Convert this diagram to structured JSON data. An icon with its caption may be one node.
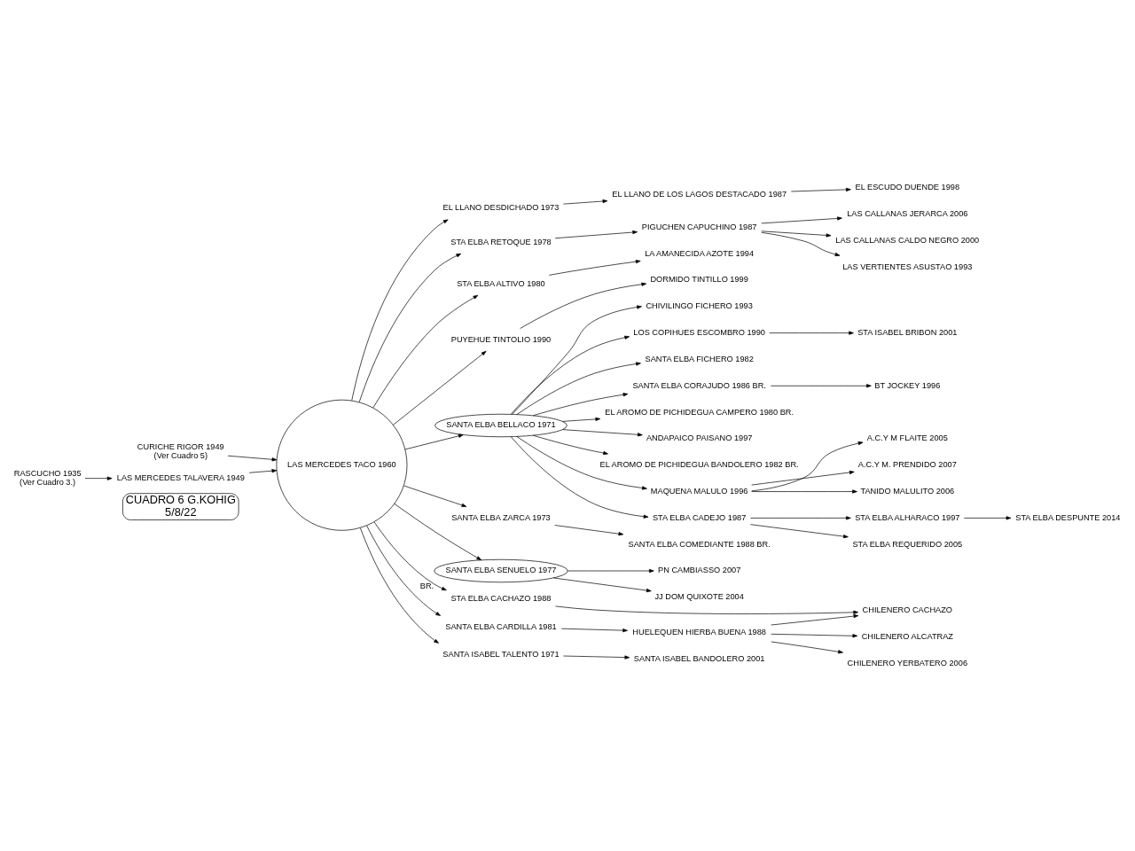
{
  "diagram": {
    "nodes": [
      {
        "text": [
          "CUADRO 6 G.KOHIG",
          "5/8/22"
        ]
      },
      {
        "text": [
          "CURICHE RIGOR 1949",
          "(Ver Cuadro 5)"
        ]
      },
      {
        "text": [
          "LAS MERCEDES TACO 1960"
        ]
      },
      {
        "text": [
          "LAS MERCEDES TALAVERA 1949"
        ]
      },
      {
        "text": [
          "RASCUCHO 1935",
          "(Ver Cuadro 3.)"
        ]
      },
      {
        "text": [
          "EL LLANO DESDICHADO 1973"
        ]
      },
      {
        "text": [
          "EL LLANO DE LOS LAGOS DESTACADO 1987"
        ]
      },
      {
        "text": [
          "EL ESCUDO DUENDE 1998"
        ]
      },
      {
        "text": [
          "STA ELBA RETOQUE 1978"
        ]
      },
      {
        "text": [
          "PIGUCHEN CAPUCHINO 1987"
        ]
      },
      {
        "text": [
          "LAS CALLANAS JERARCA 2006"
        ]
      },
      {
        "text": [
          "LAS CALLANAS CALDO NEGRO 2000"
        ]
      },
      {
        "text": [
          "LAS VERTIENTES ASUSTAO 1993"
        ]
      },
      {
        "text": [
          "STA ELBA ALTIVO 1980"
        ]
      },
      {
        "text": [
          "LA AMANECIDA AZOTE 1994"
        ]
      },
      {
        "text": [
          "PUYEHUE TINTOLIO 1990"
        ]
      },
      {
        "text": [
          "DORMIDO TINTILLO 1999"
        ]
      },
      {
        "text": [
          "SANTA ELBA BELLACO 1971"
        ]
      },
      {
        "text": [
          "CHIVILINGO FICHERO 1993"
        ]
      },
      {
        "text": [
          "LOS COPIHUES ESCOMBRO 1990"
        ]
      },
      {
        "text": [
          "STA ISABEL BRIBON 2001"
        ]
      },
      {
        "text": [
          "SANTA ELBA FICHERO 1982"
        ]
      },
      {
        "text": [
          "SANTA ELBA CORAJUDO 1986 BR."
        ]
      },
      {
        "text": [
          "BT JOCKEY 1996"
        ]
      },
      {
        "text": [
          "EL AROMO DE PICHIDEGUA CAMPERO 1980 BR."
        ]
      },
      {
        "text": [
          "ANDAPAICO PAISANO 1997"
        ]
      },
      {
        "text": [
          "EL AROMO DE PICHIDEGUA BANDOLERO 1982 BR."
        ]
      },
      {
        "text": [
          "MAQUENA MALULO 1996"
        ]
      },
      {
        "text": [
          "A.C.Y M FLAITE 2005"
        ]
      },
      {
        "text": [
          "A.C.Y M. PRENDIDO 2007"
        ]
      },
      {
        "text": [
          "TANIDO MALULITO 2006"
        ]
      },
      {
        "text": [
          "STA ELBA CADEJO 1987"
        ]
      },
      {
        "text": [
          "STA ELBA ALHARACO 1997"
        ]
      },
      {
        "text": [
          "STA ELBA DESPUNTE 2014"
        ]
      },
      {
        "text": [
          "STA ELBA REQUERIDO 2005"
        ]
      },
      {
        "text": [
          "SANTA ELBA ZARCA 1973"
        ]
      },
      {
        "text": [
          "SANTA ELBA COMEDIANTE 1988 BR."
        ]
      },
      {
        "text": [
          "SANTA ELBA SENUELO 1977"
        ],
        "beside": [
          "BR."
        ]
      },
      {
        "text": [
          "PN CAMBIASSO 2007"
        ]
      },
      {
        "text": [
          "JJ DOM QUIXOTE 2004"
        ]
      },
      {
        "text": [
          "STA ELBA CACHAZO 1988"
        ]
      },
      {
        "text": [
          "CHILENERO CACHAZO"
        ]
      },
      {
        "text": [
          "SANTA ELBA CARDILLA 1981"
        ]
      },
      {
        "text": [
          "HUELEQUEN HIERBA BUENA 1988"
        ]
      },
      {
        "text": [
          "CHILENERO ALCATRAZ"
        ]
      },
      {
        "text": [
          "CHILENERO YERBATERO 2006"
        ]
      },
      {
        "text": [
          "SANTA ISABEL TALENTO 1971"
        ]
      },
      {
        "text": [
          "SANTA ISABEL BANDOLERO 2001"
        ]
      }
    ],
    "edges": [
      {
        "from": 1,
        "to": 2,
        "arrow": "to"
      },
      {
        "from": 4,
        "to": 3,
        "arrow": "to"
      },
      {
        "from": 3,
        "to": 2,
        "arrow": "to"
      },
      {
        "from": 2,
        "to": 5,
        "arrow": "to"
      },
      {
        "from": 5,
        "to": 6,
        "arrow": "to"
      },
      {
        "from": 6,
        "to": 7,
        "arrow": "to"
      },
      {
        "from": 2,
        "to": 8,
        "arrow": "to"
      },
      {
        "from": 8,
        "to": 9,
        "arrow": "to"
      },
      {
        "from": 9,
        "to": 10,
        "arrow": "to"
      },
      {
        "from": 9,
        "to": 11,
        "arrow": "to"
      },
      {
        "from": 9,
        "to": 12,
        "arrow": "to"
      },
      {
        "from": 2,
        "to": 13,
        "arrow": "to"
      },
      {
        "from": 13,
        "to": 14,
        "arrow": "to"
      },
      {
        "from": 2,
        "to": 15,
        "arrow": "to"
      },
      {
        "from": 15,
        "to": 16,
        "arrow": "to"
      },
      {
        "from": 2,
        "to": 17,
        "arrow": "to"
      },
      {
        "from": 17,
        "to": 18,
        "arrow": "to"
      },
      {
        "from": 17,
        "to": 19,
        "arrow": "to"
      },
      {
        "from": 19,
        "to": 20,
        "arrow": "to"
      },
      {
        "from": 17,
        "to": 21,
        "arrow": "to"
      },
      {
        "from": 17,
        "to": 22,
        "arrow": "to"
      },
      {
        "from": 22,
        "to": 23,
        "arrow": "to"
      },
      {
        "from": 17,
        "to": 24,
        "arrow": "to"
      },
      {
        "from": 17,
        "to": 25,
        "arrow": "to"
      },
      {
        "from": 17,
        "to": 26,
        "arrow": "to"
      },
      {
        "from": 17,
        "to": 27,
        "arrow": "to"
      },
      {
        "from": 27,
        "to": 28,
        "arrow": "to"
      },
      {
        "from": 27,
        "to": 29,
        "arrow": "to"
      },
      {
        "from": 27,
        "to": 30,
        "arrow": "to"
      },
      {
        "from": 17,
        "to": 31,
        "arrow": "to"
      },
      {
        "from": 31,
        "to": 32,
        "arrow": "to"
      },
      {
        "from": 32,
        "to": 33,
        "arrow": "to"
      },
      {
        "from": 31,
        "to": 34,
        "arrow": "to"
      },
      {
        "from": 2,
        "to": 35,
        "arrow": "to"
      },
      {
        "from": 35,
        "to": 36,
        "arrow": "to"
      },
      {
        "from": 2,
        "to": 37,
        "arrow": "to"
      },
      {
        "from": 37,
        "to": 38,
        "arrow": "to"
      },
      {
        "from": 37,
        "to": 39,
        "arrow": "to"
      },
      {
        "from": 2,
        "to": 40,
        "arrow": "to"
      },
      {
        "from": 40,
        "to": 41,
        "arrow": "to"
      },
      {
        "from": 2,
        "to": 42,
        "arrow": "to"
      },
      {
        "from": 42,
        "to": 43,
        "arrow": "to"
      },
      {
        "from": 43,
        "to": 41,
        "arrow": "to"
      },
      {
        "from": 43,
        "to": 44,
        "arrow": "to"
      },
      {
        "from": 43,
        "to": 45,
        "arrow": "to"
      },
      {
        "from": 2,
        "to": 46,
        "arrow": "to"
      },
      {
        "from": 46,
        "to": 47,
        "arrow": "to"
      }
    ]
  }
}
